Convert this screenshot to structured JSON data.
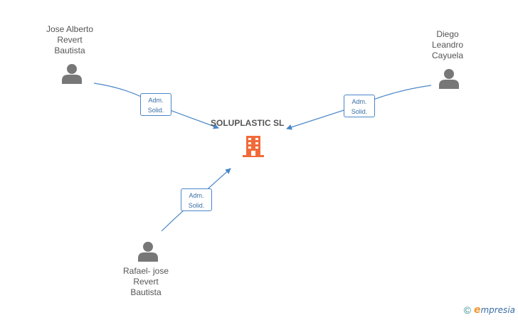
{
  "company": {
    "name": "SOLUPLASTIC SL",
    "icon": "building-icon",
    "color": "#f26a3a"
  },
  "persons": [
    {
      "name": "Jose Alberto\nRevert\nBautista",
      "icon": "person-icon"
    },
    {
      "name": "Diego\nLeandro\nCayuela",
      "icon": "person-icon"
    },
    {
      "name": "Rafael- jose\nRevert\nBautista",
      "icon": "person-icon"
    }
  ],
  "relations": [
    {
      "line1": "Adm.",
      "line2": "Solid."
    },
    {
      "line1": "Adm.",
      "line2": "Solid."
    },
    {
      "line1": "Adm.",
      "line2": "Solid."
    }
  ],
  "colors": {
    "edge": "#4a86c8",
    "person": "#777777"
  },
  "watermark": {
    "symbol": "©",
    "brand_first": "e",
    "brand_rest": "mpresia"
  }
}
